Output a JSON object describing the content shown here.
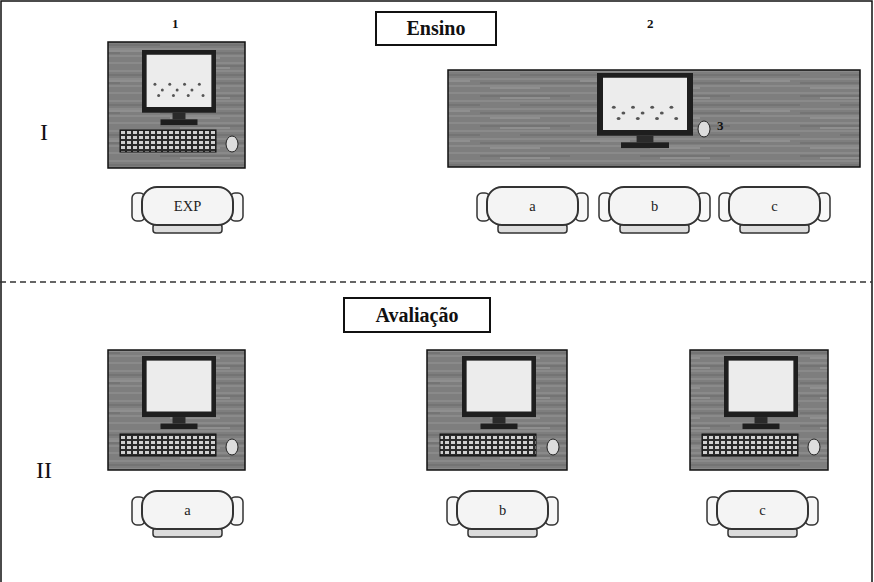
{
  "diagram": {
    "nodes": [
      {
        "text": [
          "Ensino"
        ]
      },
      {
        "text": [
          "EXP"
        ]
      },
      {
        "text": [
          "a"
        ]
      },
      {
        "text": [
          "b"
        ]
      },
      {
        "text": [
          "c"
        ]
      },
      {
        "text": [
          "Avaliação"
        ]
      },
      {
        "text": [
          "a"
        ]
      },
      {
        "text": [
          "b"
        ]
      },
      {
        "text": [
          "c"
        ]
      }
    ],
    "labels": [
      "1",
      "2",
      "3",
      "I",
      "II"
    ]
  }
}
